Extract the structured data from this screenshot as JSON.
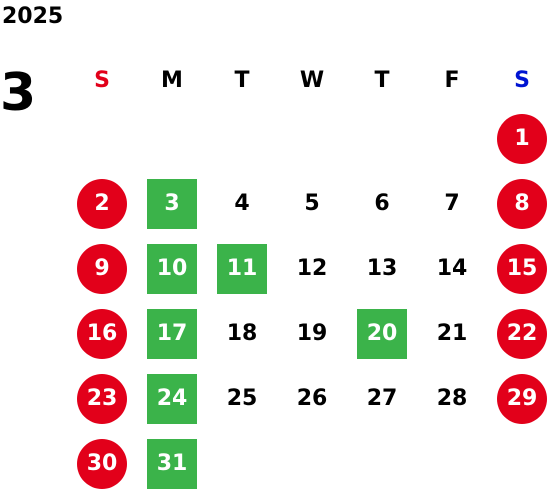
{
  "year": "2025",
  "month": "3",
  "colors": {
    "sunday": "#e2001a",
    "saturday": "#0014d2",
    "holiday_circle": "#e2001a",
    "green_mark": "#3bb34a"
  },
  "weekdays": [
    {
      "label": "S",
      "kind": "sun"
    },
    {
      "label": "M",
      "kind": "wd"
    },
    {
      "label": "T",
      "kind": "wd"
    },
    {
      "label": "W",
      "kind": "wd"
    },
    {
      "label": "T",
      "kind": "wd"
    },
    {
      "label": "F",
      "kind": "wd"
    },
    {
      "label": "S",
      "kind": "sat"
    }
  ],
  "weeks": [
    [
      null,
      null,
      null,
      null,
      null,
      null,
      {
        "d": "1",
        "s": "holiday"
      }
    ],
    [
      {
        "d": "2",
        "s": "holiday"
      },
      {
        "d": "3",
        "s": "open"
      },
      {
        "d": "4",
        "s": "plain"
      },
      {
        "d": "5",
        "s": "plain"
      },
      {
        "d": "6",
        "s": "plain"
      },
      {
        "d": "7",
        "s": "plain"
      },
      {
        "d": "8",
        "s": "holiday"
      }
    ],
    [
      {
        "d": "9",
        "s": "holiday"
      },
      {
        "d": "10",
        "s": "open"
      },
      {
        "d": "11",
        "s": "open"
      },
      {
        "d": "12",
        "s": "plain"
      },
      {
        "d": "13",
        "s": "plain"
      },
      {
        "d": "14",
        "s": "plain"
      },
      {
        "d": "15",
        "s": "holiday"
      }
    ],
    [
      {
        "d": "16",
        "s": "holiday"
      },
      {
        "d": "17",
        "s": "open"
      },
      {
        "d": "18",
        "s": "plain"
      },
      {
        "d": "19",
        "s": "plain"
      },
      {
        "d": "20",
        "s": "open"
      },
      {
        "d": "21",
        "s": "plain"
      },
      {
        "d": "22",
        "s": "holiday"
      }
    ],
    [
      {
        "d": "23",
        "s": "holiday"
      },
      {
        "d": "24",
        "s": "open"
      },
      {
        "d": "25",
        "s": "plain"
      },
      {
        "d": "26",
        "s": "plain"
      },
      {
        "d": "27",
        "s": "plain"
      },
      {
        "d": "28",
        "s": "plain"
      },
      {
        "d": "29",
        "s": "holiday"
      }
    ],
    [
      {
        "d": "30",
        "s": "holiday"
      },
      {
        "d": "31",
        "s": "open"
      },
      null,
      null,
      null,
      null,
      null
    ]
  ]
}
